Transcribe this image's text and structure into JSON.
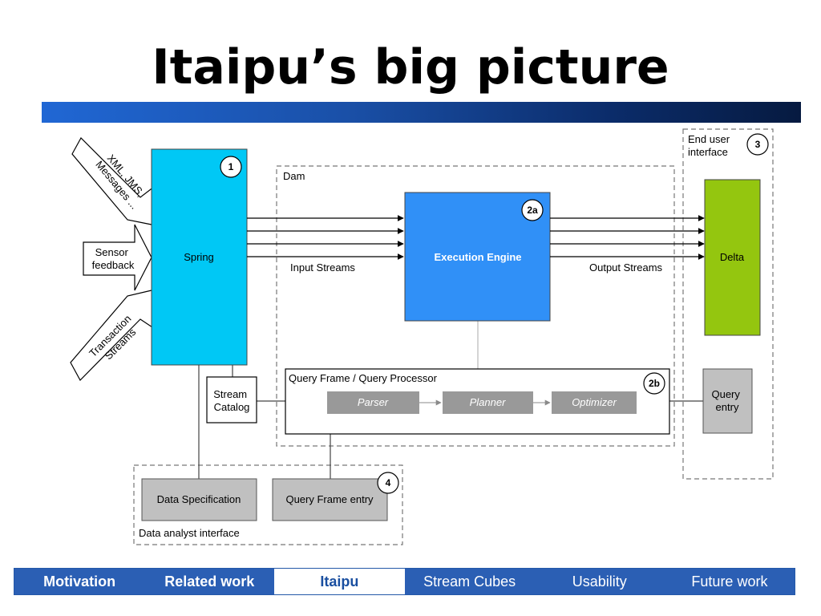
{
  "slide": {
    "title": "Itaipu’s big picture"
  },
  "diagram": {
    "inputs": {
      "xml": [
        "XML, JMS,",
        "Messages ..."
      ],
      "sensor": [
        "Sensor",
        "feedback"
      ],
      "transaction": [
        "Transaction",
        "Streams"
      ]
    },
    "spring": {
      "label": "Spring",
      "badge": "1"
    },
    "dam": {
      "label": "Dam"
    },
    "input_streams_label": "Input Streams",
    "execution_engine": {
      "label": "Execution Engine",
      "badge": "2a"
    },
    "output_streams_label": "Output Streams",
    "end_user": {
      "label": [
        "End user",
        "interface"
      ],
      "badge": "3"
    },
    "delta": {
      "label": "Delta"
    },
    "query_frame": {
      "label": "Query Frame / Query Processor",
      "badge": "2b",
      "parser": "Parser",
      "planner": "Planner",
      "optimizer": "Optimizer"
    },
    "stream_catalog": [
      "Stream",
      "Catalog"
    ],
    "query_entry": [
      "Query",
      "entry"
    ],
    "data_analyst": {
      "label": "Data analyst interface",
      "data_specification": "Data Specification",
      "query_frame_entry": "Query Frame entry",
      "badge": "4"
    }
  },
  "nav": {
    "tabs": [
      {
        "label": "Motivation",
        "state": "bold"
      },
      {
        "label": "Related work",
        "state": "bold"
      },
      {
        "label": "Itaipu",
        "state": "active"
      },
      {
        "label": "Stream Cubes",
        "state": "normal"
      },
      {
        "label": "Usability",
        "state": "normal"
      },
      {
        "label": "Future work",
        "state": "normal"
      }
    ]
  },
  "colors": {
    "spring": "#00c8f5",
    "execution_engine": "#3090f7",
    "delta": "#94c60f",
    "gray_box": "#c0c0c0",
    "processor_step": "#999999",
    "nav_blue": "#2b5fb4"
  }
}
